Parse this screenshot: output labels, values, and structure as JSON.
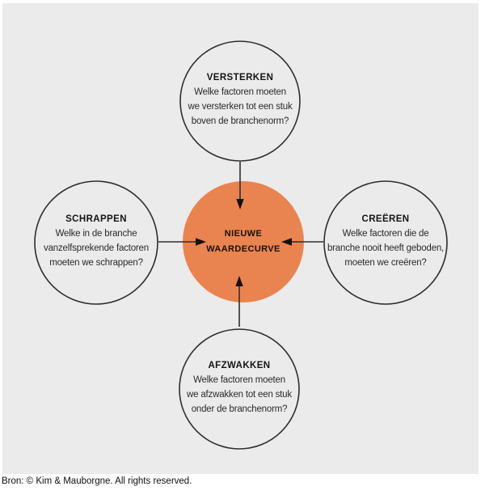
{
  "diagram": {
    "background_color": "#EBEBEB",
    "stroke_color": "#2e2e2e",
    "center": {
      "label_line1": "NIEUWE",
      "label_line2": "WAARDECURVE",
      "fill_color": "#E98450"
    },
    "nodes": {
      "top": {
        "title": "VERSTERKEN",
        "lines": [
          "Welke factoren moeten",
          "we versterken tot een stuk",
          "boven de branchenorm?"
        ]
      },
      "left": {
        "title": "SCHRAPPEN",
        "lines": [
          "Welke in de branche",
          "vanzelfsprekende factoren",
          "moeten we schrappen?"
        ]
      },
      "right": {
        "title": "CREËREN",
        "lines": [
          "Welke factoren die de",
          "branche nooit heeft geboden,",
          "moeten we creëren?"
        ]
      },
      "bottom": {
        "title": "AFZWAKKEN",
        "lines": [
          "Welke factoren moeten",
          "we afzwakken tot een stuk",
          "onder de branchenorm?"
        ]
      }
    }
  },
  "footer": {
    "source_text": "Bron: © Kim & Mauborgne. All rights reserved."
  }
}
